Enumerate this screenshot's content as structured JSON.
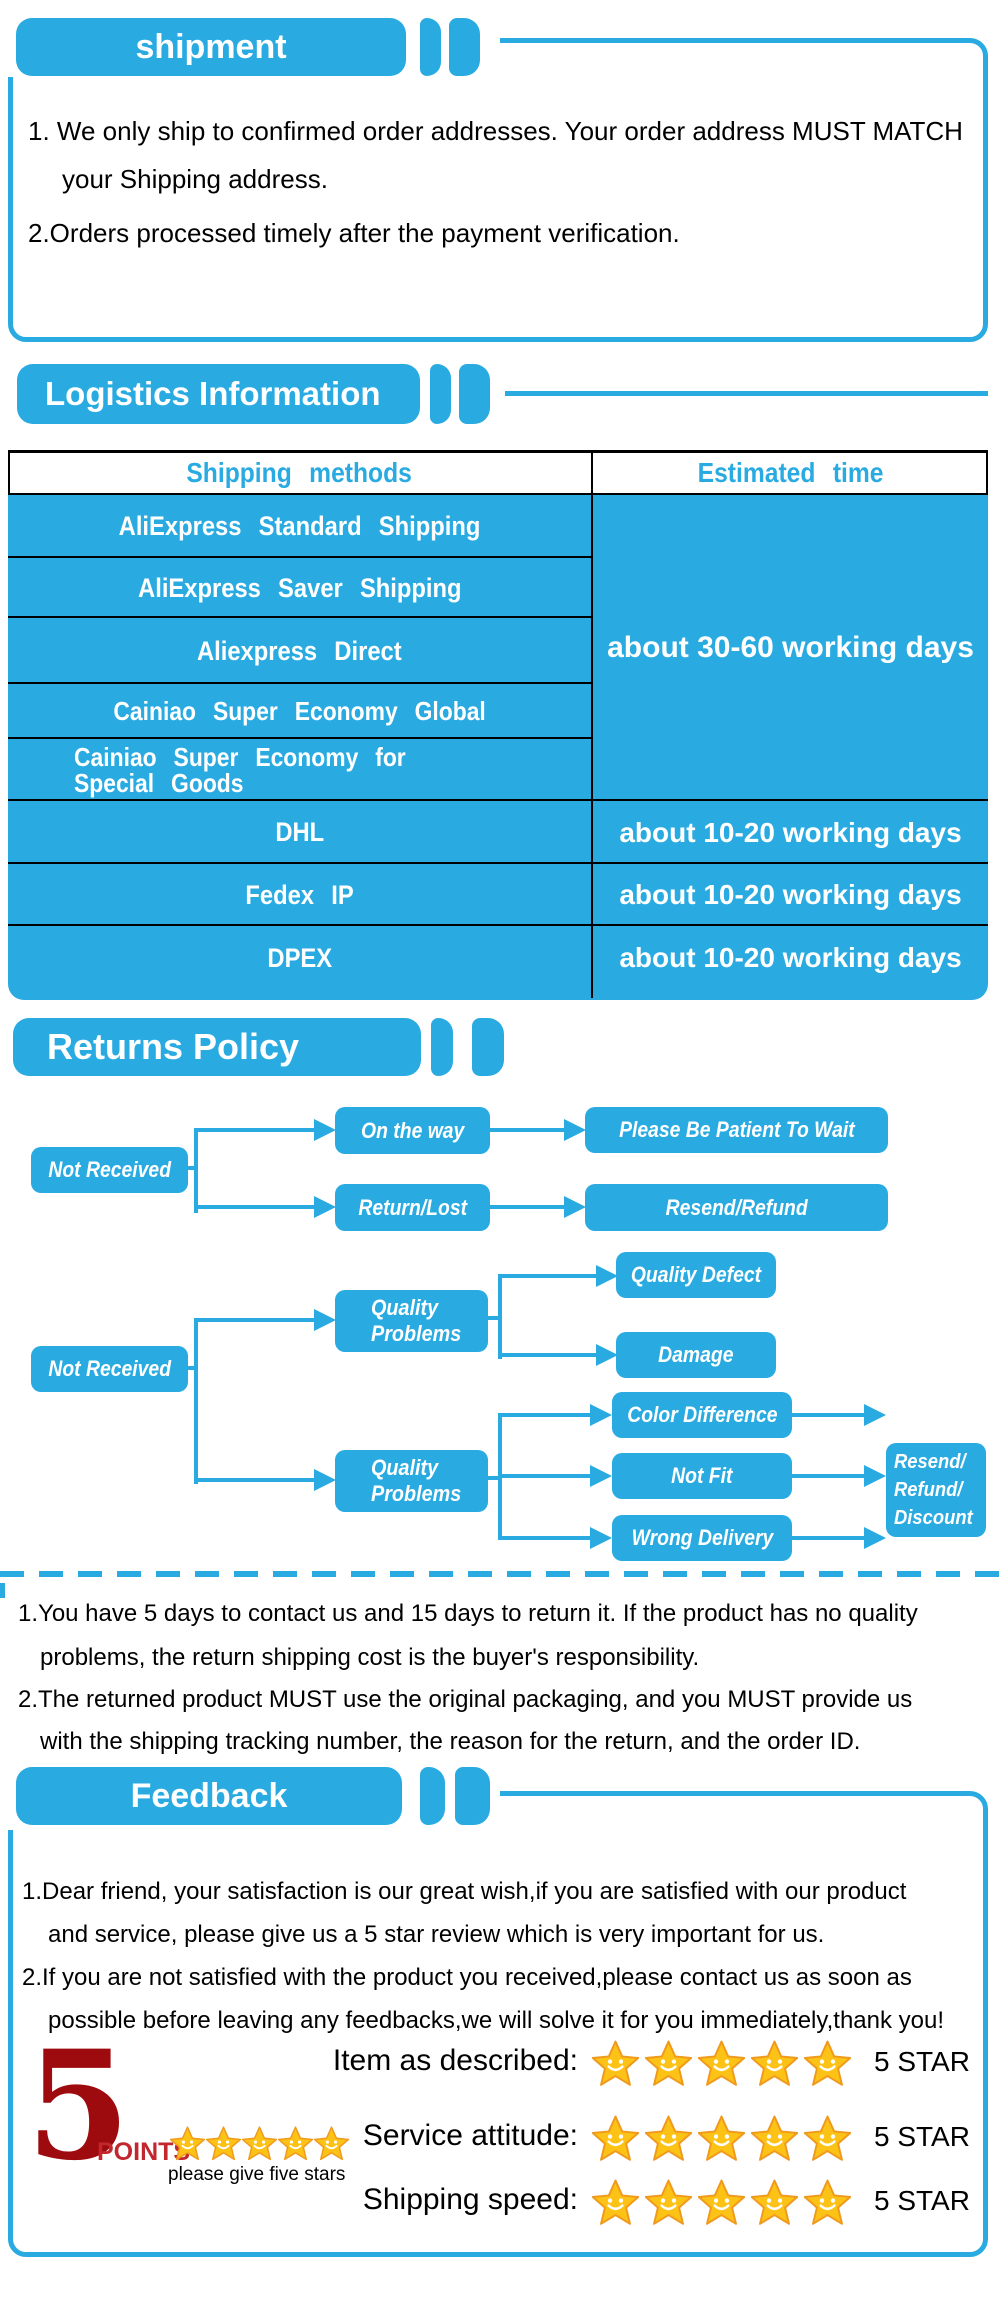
{
  "colors": {
    "blue": "#29ABE2",
    "dark_red": "#9E0B0F",
    "red": "#C1272D",
    "star_gold": "#FDC216",
    "star_outline": "#EF9A1D"
  },
  "shipment": {
    "title": "shipment",
    "line1": "1. We only ship to confirmed order addresses. Your order address MUST MATCH",
    "line2": "your Shipping address.",
    "line3": "2.Orders processed timely after the payment verification."
  },
  "logistics": {
    "title": "Logistics Information",
    "col_methods": "Shipping methods",
    "col_time": "Estimated time",
    "merged_time": "about 30-60 working days",
    "rows": [
      {
        "method": "AliExpress Standard Shipping"
      },
      {
        "method": "AliExpress Saver Shipping"
      },
      {
        "method": "Aliexpress Direct"
      },
      {
        "method": "Cainiao Super Economy Global"
      },
      {
        "method": "Cainiao Super Economy for",
        "method2": "Special Goods"
      },
      {
        "method": "DHL",
        "time": "about 10-20 working days"
      },
      {
        "method": "Fedex IP",
        "time": "about 10-20 working days"
      },
      {
        "method": "DPEX",
        "time": "about 10-20 working days"
      }
    ]
  },
  "returns": {
    "title": "Returns Policy",
    "chart1": {
      "root": "Not Received",
      "branch1": "On the way",
      "result1": "Please Be Patient To Wait",
      "branch2": "Return/Lost",
      "result2": "Resend/Refund"
    },
    "chart2": {
      "root": "Not Received",
      "group1_l1": "Quality",
      "group1_l2": "Problems",
      "g1a": "Quality Defect",
      "g1b": "Damage",
      "group2_l1": "Quality",
      "group2_l2": "Problems",
      "g2a": "Color Difference",
      "g2b": "Not Fit",
      "g2c": "Wrong Delivery",
      "result_l1": "Resend/",
      "result_l2": "Refund/",
      "result_l3": "Discount"
    },
    "note1": "1.You have 5 days to contact us and 15 days to return it. If the product has no quality",
    "note1b": "problems, the return shipping cost is the buyer's responsibility.",
    "note2": "2.The returned product MUST use the original packaging, and you MUST provide us",
    "note2b": "with the shipping tracking number, the reason for the return, and the order ID."
  },
  "feedback": {
    "title": "Feedback",
    "line1": "1.Dear friend, your satisfaction is our great wish,if you are satisfied with our product",
    "line2": "and service, please give us a 5 star review which is very important for us.",
    "line3": "2.If you are not satisfied with the product you received,please contact us as soon as",
    "line4": "possible before leaving any feedbacks,we will solve it for you immediately,thank you!",
    "points": {
      "number": "5",
      "label": "POINTS",
      "stars": 5,
      "caption": "please give five stars"
    },
    "ratings": [
      {
        "label": "Item as described:",
        "stars": 5,
        "value": "5 STAR"
      },
      {
        "label": "Service attitude:",
        "stars": 5,
        "value": "5 STAR"
      },
      {
        "label": "Shipping speed:",
        "stars": 5,
        "value": "5 STAR"
      }
    ]
  }
}
